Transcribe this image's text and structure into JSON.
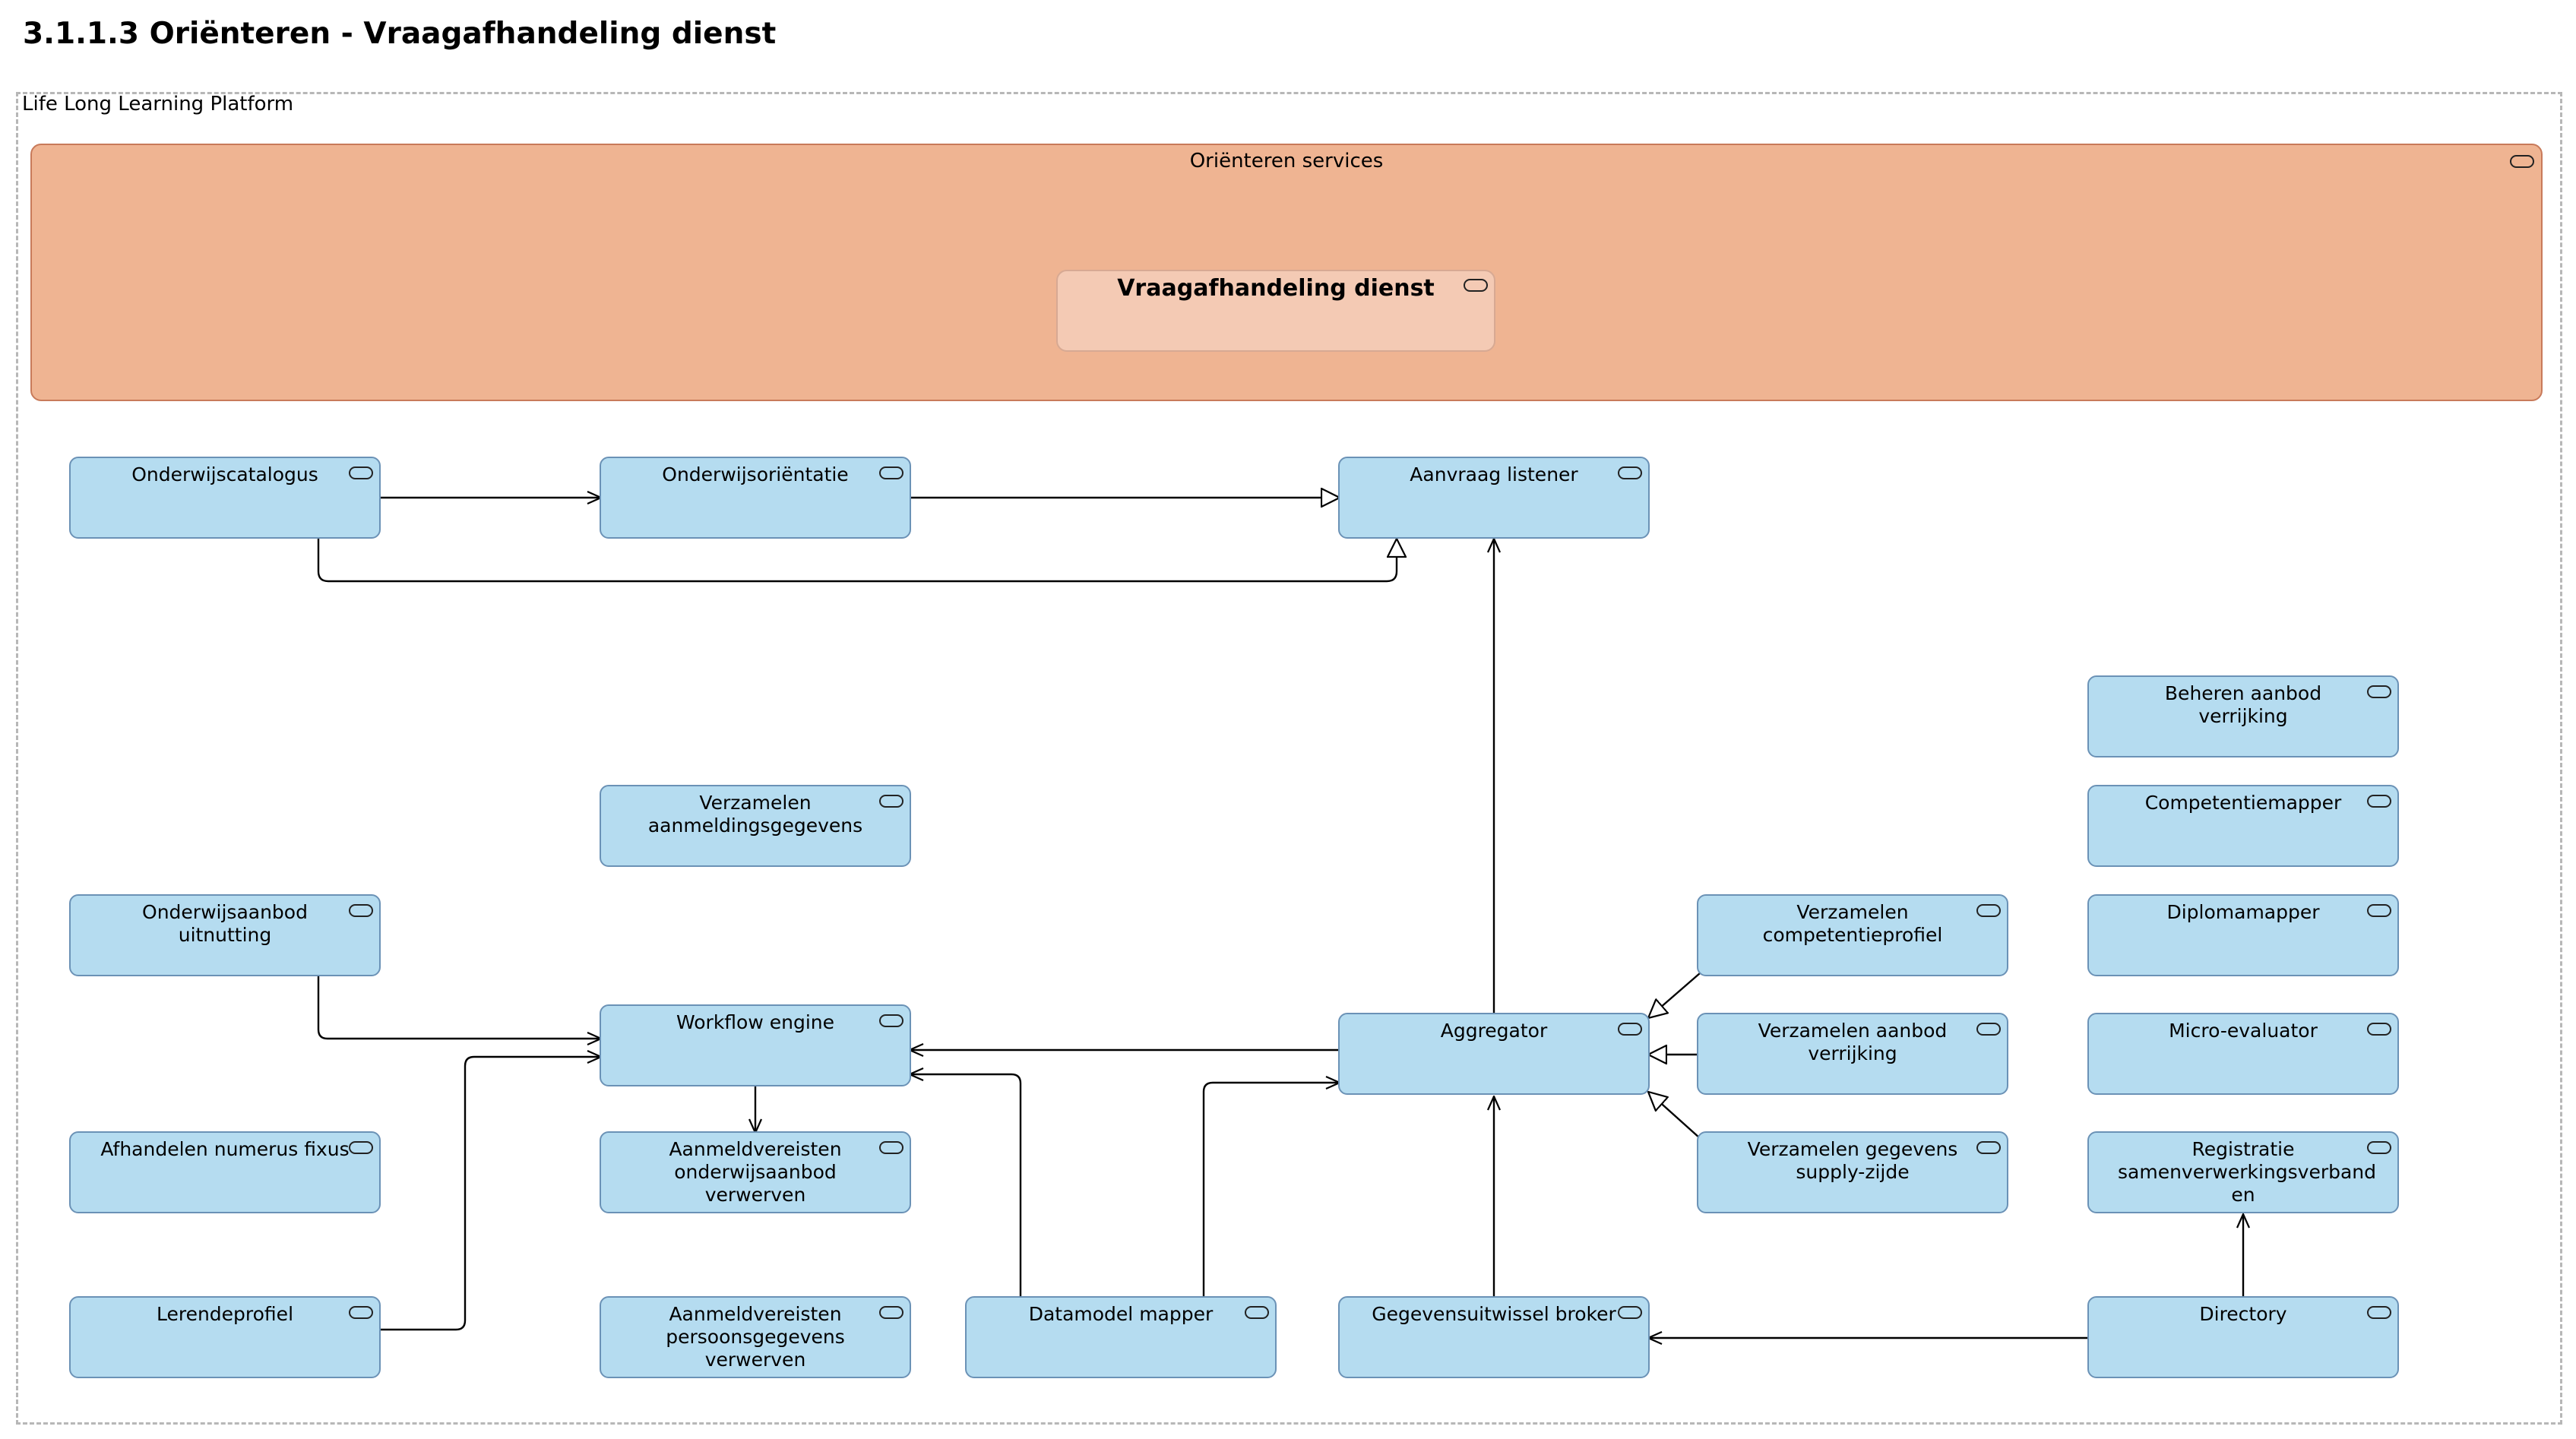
{
  "page": {
    "title": "3.1.1.3 Oriënteren - Vraagafhandeling dienst"
  },
  "diagram": {
    "group_label": "Life Long Learning Platform",
    "container_label": "Oriënteren services",
    "focus_service": "Vraagafhandeling dienst",
    "nodes": {
      "onderwijscatalogus": "Onderwijscatalogus",
      "onderwijsorientatie": "Onderwijsoriëntatie",
      "aanvraag_listener": "Aanvraag listener",
      "beheren_aanbod_verrijking": "Beheren aanbod verrijking",
      "verzamelen_aanmeldingsgegevens": "Verzamelen aanmeldingsgegevens",
      "competentiemapper": "Competentiemapper",
      "onderwijsaanbod_uitnutting": "Onderwijsaanbod uitnutting",
      "verzamelen_competentieprofiel": "Verzamelen competentieprofiel",
      "diplomamapper": "Diplomamapper",
      "workflow_engine": "Workflow engine",
      "aggregator": "Aggregator",
      "verzamelen_aanbod_verrijking": "Verzamelen aanbod verrijking",
      "micro_evaluator": "Micro-evaluator",
      "afhandelen_numerus_fixus": "Afhandelen numerus fixus",
      "aanmeldvereisten_onderwijsaanbod": "Aanmeldvereisten onderwijsaanbod verwerven",
      "verzamelen_gegevens_supply": "Verzamelen gegevens supply-zijde",
      "registratie_samenwerkingsverbanden": "Registratie samenverwerkingsverband en",
      "lerendeprofiel": "Lerendeprofiel",
      "aanmeldvereisten_persoonsgegevens": "Aanmeldvereisten persoonsgegevens verwerven",
      "datamodel_mapper": "Datamodel mapper",
      "gegevensuitwissel_broker": "Gegevensuitwissel broker",
      "directory": "Directory"
    },
    "relations": [
      {
        "from": "onderwijscatalogus",
        "to": "onderwijsorientatie",
        "type": "flow"
      },
      {
        "from": "onderwijsorientatie",
        "to": "aanvraag_listener",
        "type": "realization"
      },
      {
        "from": "onderwijscatalogus",
        "to": "aanvraag_listener",
        "type": "realization"
      },
      {
        "from": "aggregator",
        "to": "aanvraag_listener",
        "type": "flow"
      },
      {
        "from": "onderwijsaanbod_uitnutting",
        "to": "workflow_engine",
        "type": "flow"
      },
      {
        "from": "lerendeprofiel",
        "to": "workflow_engine",
        "type": "flow"
      },
      {
        "from": "aggregator",
        "to": "workflow_engine",
        "type": "flow"
      },
      {
        "from": "datamodel_mapper",
        "to": "workflow_engine",
        "type": "flow"
      },
      {
        "from": "workflow_engine",
        "to": "aanmeldvereisten_onderwijsaanbod",
        "type": "flow"
      },
      {
        "from": "datamodel_mapper",
        "to": "aggregator",
        "type": "flow"
      },
      {
        "from": "gegevensuitwissel_broker",
        "to": "aggregator",
        "type": "flow"
      },
      {
        "from": "verzamelen_competentieprofiel",
        "to": "aggregator",
        "type": "realization"
      },
      {
        "from": "verzamelen_aanbod_verrijking",
        "to": "aggregator",
        "type": "realization"
      },
      {
        "from": "verzamelen_gegevens_supply",
        "to": "aggregator",
        "type": "realization"
      },
      {
        "from": "directory",
        "to": "gegevensuitwissel_broker",
        "type": "flow"
      },
      {
        "from": "directory",
        "to": "registratie_samenwerkingsverbanden",
        "type": "flow"
      }
    ]
  }
}
